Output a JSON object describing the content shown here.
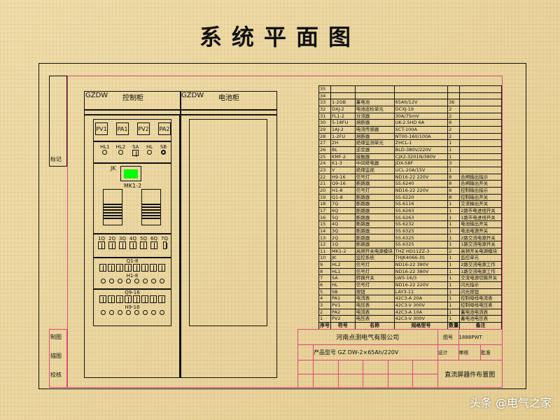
{
  "title": "系统平面图",
  "cabinets": {
    "left_model": "GZDW",
    "left_name": "控制柜",
    "right_model": "GZDW",
    "right_name": "电池柜"
  },
  "meters": [
    "PV1",
    "PA1",
    "PV2",
    "PA2"
  ],
  "indicators": [
    "HL1",
    "HL2",
    "SA",
    "HL",
    "SB"
  ],
  "monitor_label": "JK",
  "module_label": "MK1-2",
  "breaker_labels": [
    "1Q",
    "2Q",
    "3Q",
    "4Q",
    "5Q",
    "6Q",
    "7Q"
  ],
  "group1_top": "Q1-8",
  "group1_bottom": "H1-8",
  "group2_top": "Q9-16",
  "group2_bottom": "H9-16",
  "side_labels": {
    "top": "标记",
    "b1": "制图",
    "b2": "描图",
    "b3": "校核"
  },
  "parts_table": {
    "header": [
      "序号",
      "符号",
      "名称",
      "规格型号",
      "数量",
      "备注"
    ],
    "rows": [
      [
        "35",
        "",
        "",
        "",
        "",
        ""
      ],
      [
        "34",
        "",
        "",
        "",
        "",
        ""
      ],
      [
        "33",
        "1-2GB",
        "蓄电池",
        "65Ah/12V",
        "36",
        ""
      ],
      [
        "32",
        "DXJ-2",
        "电池巡检单元",
        "DCXJ-19",
        "2",
        ""
      ],
      [
        "31",
        "FL1-2",
        "分流器",
        "30A/75mV",
        "2",
        ""
      ],
      [
        "30",
        "5-18FU",
        "熔断器",
        "UK-2.5HD 6A",
        "8",
        ""
      ],
      [
        "29",
        "1AJ-2",
        "电流传感器",
        "SCT-100A",
        "2",
        ""
      ],
      [
        "28",
        "1-2FU",
        "熔断器",
        "NT00-160/100A",
        "2",
        ""
      ],
      [
        "27",
        "ZH",
        "绝缘监测单元",
        "ZHCL-1",
        "1",
        ""
      ],
      [
        "26",
        "BL",
        "逆变器",
        "BLD-380V/220V",
        "1",
        ""
      ],
      [
        "25",
        "KMF-2",
        "接触器",
        "CJX2-3201N/380V",
        "1",
        ""
      ],
      [
        "24",
        "K1-3",
        "中间继电器",
        "JDX-58F",
        "3",
        ""
      ],
      [
        "23",
        "V",
        "绝缘监视",
        "UCL-20A/15V",
        "1",
        ""
      ],
      [
        "22",
        "H9-16",
        "信号灯",
        "ND16-22 220V",
        "8",
        "合闸输出指示"
      ],
      [
        "21",
        "Q9-16",
        "断路器",
        "SS.6240",
        "8",
        "合闸输出开关"
      ],
      [
        "20",
        "H1-8",
        "信号灯",
        "ND16-22 220V",
        "8",
        "控制输出指示"
      ],
      [
        "19",
        "Q1-8",
        "断路器",
        "SS.6220",
        "8",
        "控制输出开关"
      ],
      [
        "18",
        "7Q",
        "断路器",
        "SS.6116",
        "1",
        "交流输出开关"
      ],
      [
        "17",
        "6Q",
        "断路器",
        "SS.6263",
        "1",
        "2路市电进线开关"
      ],
      [
        "16",
        "5Q",
        "断路器",
        "SS.6263",
        "1",
        "1路市电进线开关"
      ],
      [
        "15",
        "4Q",
        "断路器",
        "SS.6232",
        "1",
        "电池输出开关"
      ],
      [
        "14",
        "3Q",
        "断路器",
        "SS.6325",
        "1",
        "电池电源开关"
      ],
      [
        "13",
        "2Q",
        "断路器",
        "SS.6325",
        "1",
        "2路交流电源开关"
      ],
      [
        "12",
        "1Q",
        "断路器",
        "SS.6325",
        "1",
        "1路交流电源开关"
      ],
      [
        "11",
        "MK1-2",
        "高频开关电源模块",
        "THZ HD11ZZ-3",
        "2",
        "高频开关电源模块"
      ],
      [
        "10",
        "JK",
        "监控系统",
        "THJK4066-3S",
        "1",
        "监控单元"
      ],
      [
        "9",
        "HL2",
        "信号灯",
        "ND16-22 380V",
        "1",
        "2路交流电源工作"
      ],
      [
        "8",
        "HL1",
        "信号灯",
        "ND16-22 380V",
        "1",
        "1路交流电源工作"
      ],
      [
        "7",
        "SA",
        "转换开关",
        "LW5-16/3",
        "1",
        "交流电源切换开关"
      ],
      [
        "6",
        "HL",
        "信号灯",
        "ND16-22 220V",
        "1",
        "闪光指示"
      ],
      [
        "5",
        "SB",
        "按钮",
        "LAY3-11",
        "1",
        "闪光按钮"
      ],
      [
        "4",
        "PA1",
        "电流表",
        "42C3-A 20A",
        "1",
        "控制母线电流表"
      ],
      [
        "3",
        "PV1",
        "电压表",
        "42C3-V 300V",
        "1",
        "控制母线电压表"
      ],
      [
        "2",
        "PA2",
        "电流表",
        "42C3-A 10A",
        "1",
        "蓄电池电流表"
      ],
      [
        "1",
        "PV2",
        "电压表",
        "42C3-V 300V",
        "1",
        "蓄电池电压表"
      ]
    ]
  },
  "title_block": {
    "company": "河南点测电气有限公司",
    "drawing_no_label": "图号",
    "drawing_no": "1888PWT",
    "model_label": "产品型号",
    "model": "GZ DW-2×65Ah/220V",
    "drawing_name": "直流屏器件布置图",
    "design": "设计",
    "check": "审核",
    "approve": "批准"
  },
  "watermark": "头条 @电气之家"
}
